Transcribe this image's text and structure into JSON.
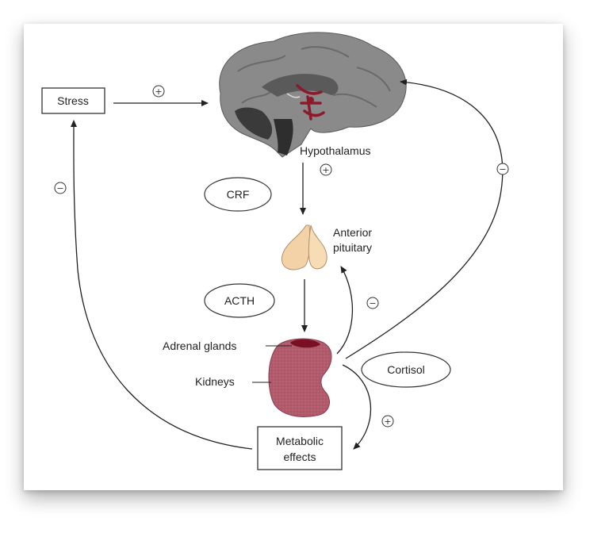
{
  "boxes": {
    "stress": "Stress",
    "metabolic_line1": "Metabolic",
    "metabolic_line2": "effects"
  },
  "hormones": {
    "crf": "CRF",
    "acth": "ACTH",
    "cortisol": "Cortisol"
  },
  "organs": {
    "hypothalamus": "Hypothalamus",
    "pituitary_line1": "Anterior",
    "pituitary_line2": "pituitary",
    "adrenal": "Adrenal glands",
    "kidneys": "Kidneys"
  },
  "signs": {
    "stress_to_brain": "+",
    "hypothalamus": "+",
    "cortisol_to_brain": "−",
    "metabolic_to_stress": "−",
    "cortisol_to_pituitary": "−",
    "cortisol_to_metabolic": "+"
  },
  "colors": {
    "brain": "#8a8a8a",
    "brain_dark": "#4a4a4a",
    "hypothalamus_red": "#8b1a2b",
    "pituitary": "#f3d2a8",
    "kidney": "#b15a6c",
    "adrenal": "#7a0f22"
  }
}
